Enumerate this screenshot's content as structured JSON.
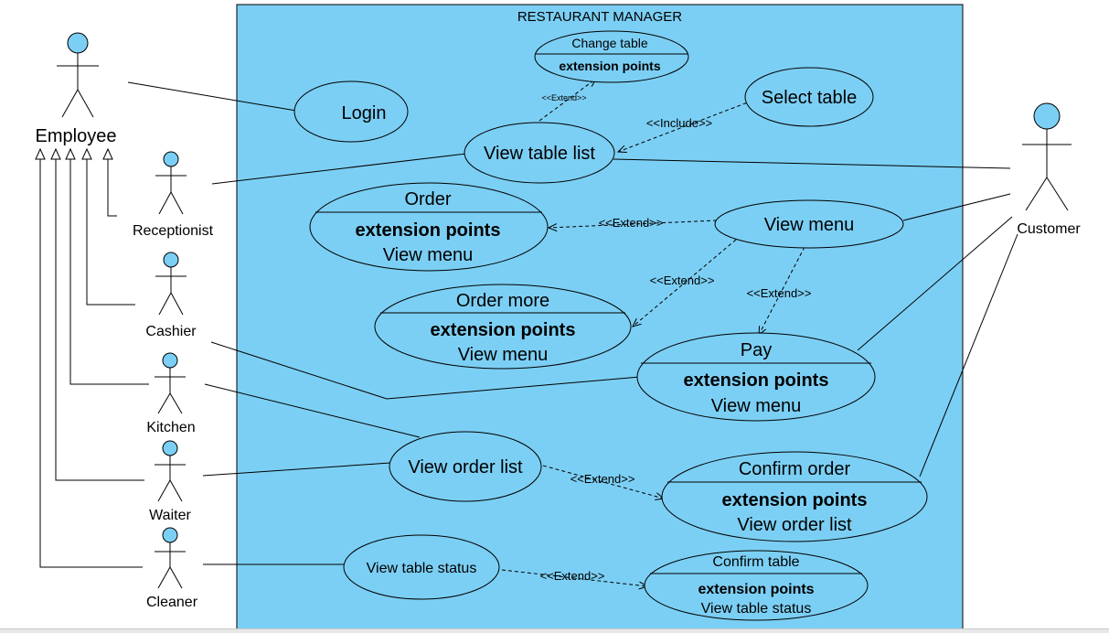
{
  "system": {
    "title": "RESTAURANT MANAGER",
    "fill": "#7ccff4"
  },
  "actors": {
    "employee": "Employee",
    "customer": "Customer",
    "receptionist": "Receptionist",
    "cashier": "Cashier",
    "kitchen": "Kitchen",
    "waiter": "Waiter",
    "cleaner": "Cleaner"
  },
  "use_cases": {
    "login": "Login",
    "view_table_list": "View table list",
    "select_table": "Select table",
    "view_menu": "View menu",
    "view_order_list": "View order list",
    "view_table_status": "View table status",
    "change_table": {
      "name": "Change table",
      "ep_header": "extension points"
    },
    "order": {
      "name": "Order",
      "ep_header": "extension points",
      "ep": "View menu"
    },
    "order_more": {
      "name": "Order more",
      "ep_header": "extension points",
      "ep": "View menu"
    },
    "pay": {
      "name": "Pay",
      "ep_header": "extension points",
      "ep": "View menu"
    },
    "confirm_order": {
      "name": "Confirm order",
      "ep_header": "extension points",
      "ep": "View order list"
    },
    "confirm_table": {
      "name": "Confirm table",
      "ep_header": "extension points",
      "ep": "View table status"
    }
  },
  "relations": {
    "extend_change_table": "<<Extend>>",
    "include_select_table": "<<Include>>",
    "extend_order": "<<Extend>>",
    "extend_order_more": "<<Extend>>",
    "extend_pay": "<<Extend>>",
    "extend_confirm_order": "<<Extend>>",
    "extend_confirm_table": "<<Extend>>"
  },
  "colors": {
    "actor_head": "#7ccff4",
    "line": "#000000"
  }
}
